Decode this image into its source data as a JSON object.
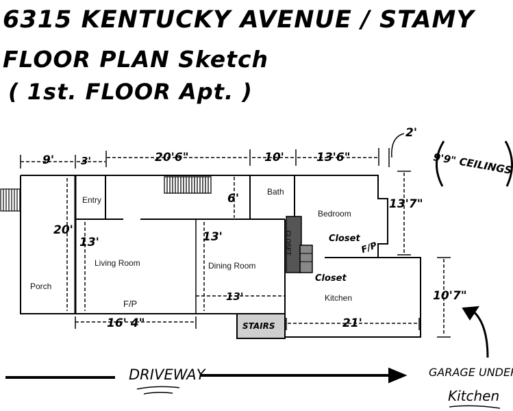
{
  "title": {
    "line1": "6315 KENTUCKY AVENUE / STAMY",
    "line2": "FLOOR PLAN Sketch",
    "line3": "( 1st. FLOOR Apt. )"
  },
  "ceiling_note": "9'9\" CEILINGS",
  "rooms": {
    "entry": "Entry",
    "porch": "Porch",
    "living_room": "Living Room",
    "fireplace_living": "F/P",
    "dining_room": "Dining Room",
    "bath": "Bath",
    "bedroom": "Bedroom",
    "kitchen": "Kitchen",
    "closet_vertical": "CLOSET",
    "closet_upper": "Closet",
    "closet_lower": "Closet",
    "fireplace_bedroom": "F/P",
    "stairs": "STAIRS"
  },
  "dimensions": {
    "porch_width": "9'",
    "entry_width": "3'",
    "main_width": "20'6\"",
    "bath_width": "10'",
    "bedroom_width": "13'6\"",
    "offset": "2'",
    "house_depth": "20'",
    "living_depth": "13'",
    "entry_depth": "6'",
    "dining_depth": "13'",
    "bedroom_depth": "13'7\"",
    "kitchen_depth": "10'7\"",
    "dining_width": "13'",
    "living_width": "16' 4\"",
    "kitchen_width": "21'"
  },
  "annotations": {
    "driveway": "DRIVEWAY",
    "garage_line1": "GARAGE UNDER",
    "garage_line2": "Kitchen"
  }
}
